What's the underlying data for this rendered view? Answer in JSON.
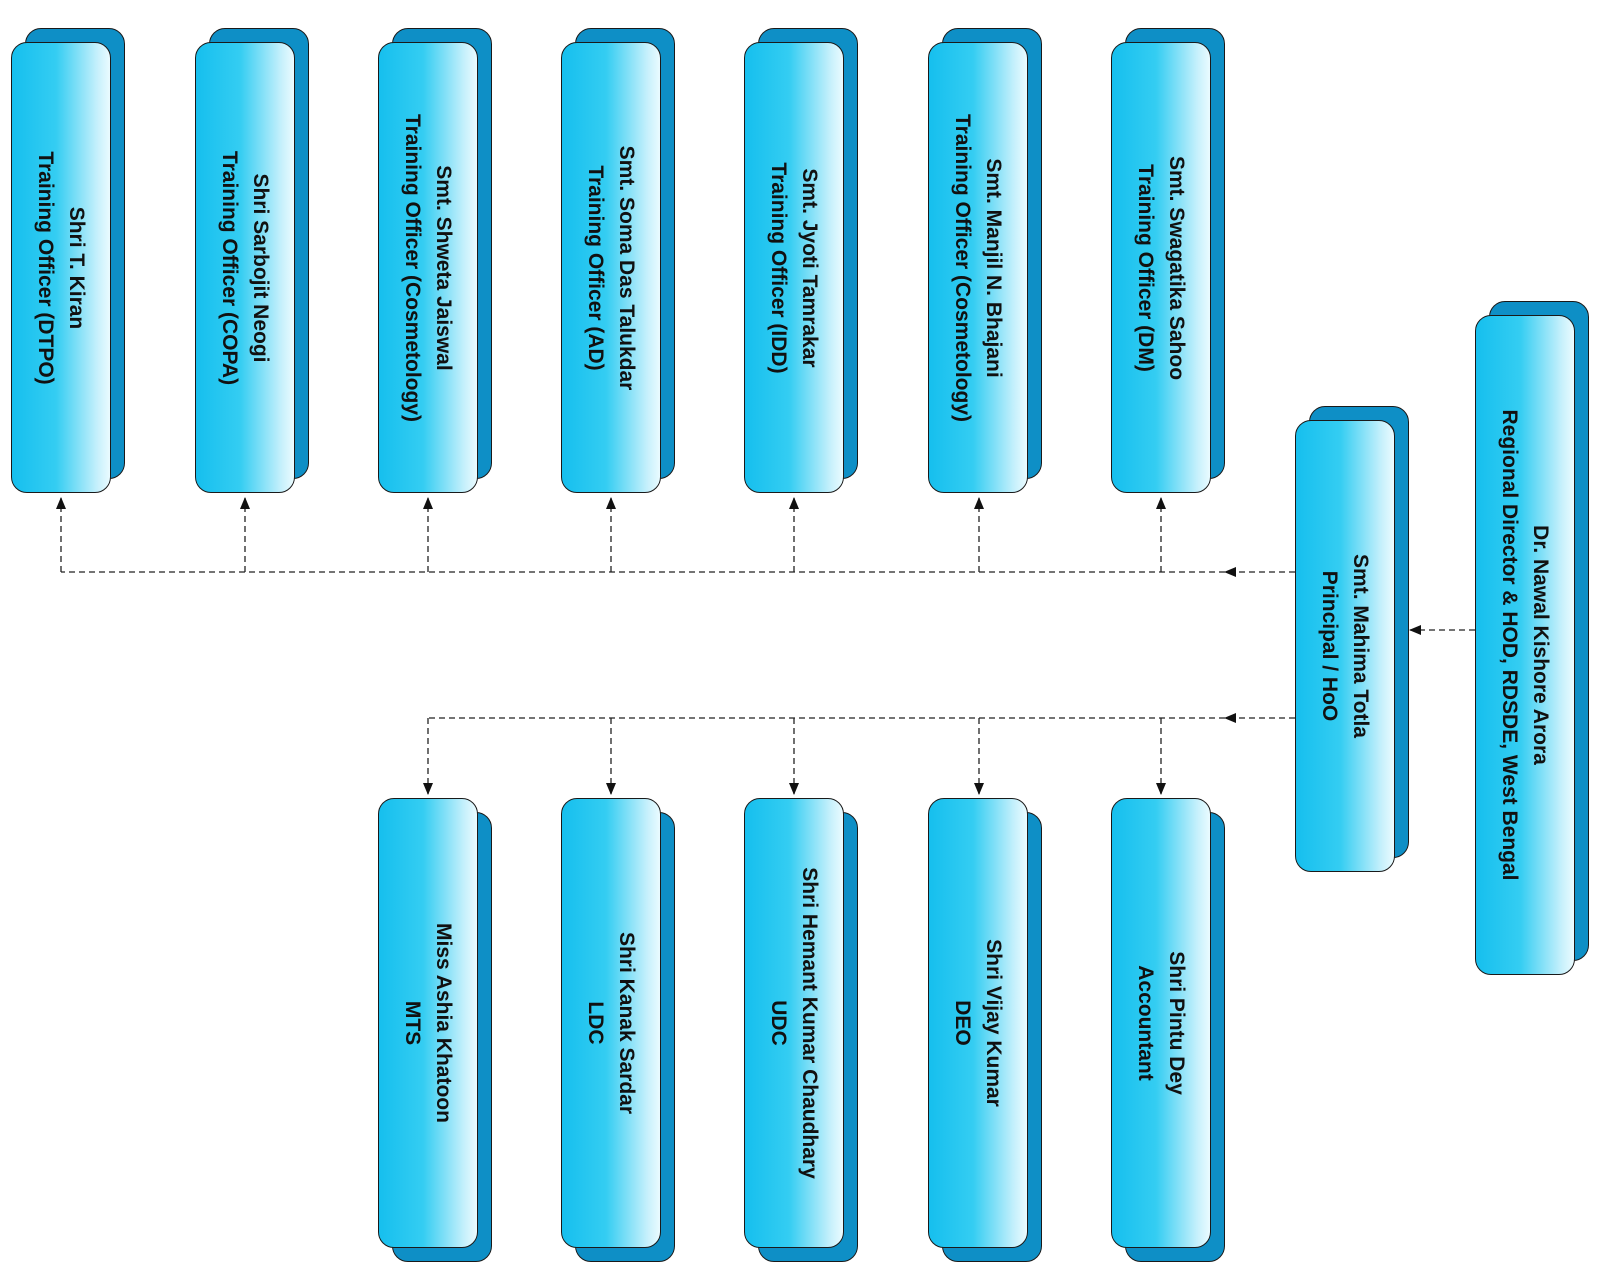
{
  "nodes": {
    "director": {
      "name": "Dr. Nawal Kishore Arora",
      "role": "Regional Director & HOD, RDSDE, West Bengal"
    },
    "principal": {
      "name": "Smt.  Mahima Totla",
      "role": "Principal / HoO"
    },
    "officers": [
      {
        "name": "Smt. Swagatika Sahoo",
        "role": "Training Officer (DM)"
      },
      {
        "name": "Smt. Manjil N. Bhajani",
        "role": "Training Officer (Cosmetology)"
      },
      {
        "name": "Smt. Jyoti Tamrakar",
        "role": "Training Officer (IDD)"
      },
      {
        "name": "Smt. Soma Das Talukdar",
        "role": "Training Officer (AD)"
      },
      {
        "name": "Smt. Shweta Jaiswal",
        "role": "Training Officer (Cosmetology)"
      },
      {
        "name": "Shri  Sarbojit  Neogi",
        "role": "Training Officer (COPA)"
      },
      {
        "name": "Shri T. Kiran",
        "role": "Training Officer (DTPO)"
      }
    ],
    "staff": [
      {
        "name": "Shri Pintu Dey",
        "role": "Accountant"
      },
      {
        "name": "Shri  Vijay Kumar",
        "role": "DEO"
      },
      {
        "name": "Shri  Hemant Kumar Chaudhary",
        "role": "UDC"
      },
      {
        "name": "Shri Kanak Sardar",
        "role": "LDC"
      },
      {
        "name": "Miss Ashia Khatoon",
        "role": "MTS"
      }
    ]
  },
  "colors": {
    "box_fill_dark": "#16bfee",
    "box_fill_light": "#eafbff",
    "box_shadow": "#0e8fc6",
    "outline": "#1a1a1a",
    "connector": "#222222"
  }
}
